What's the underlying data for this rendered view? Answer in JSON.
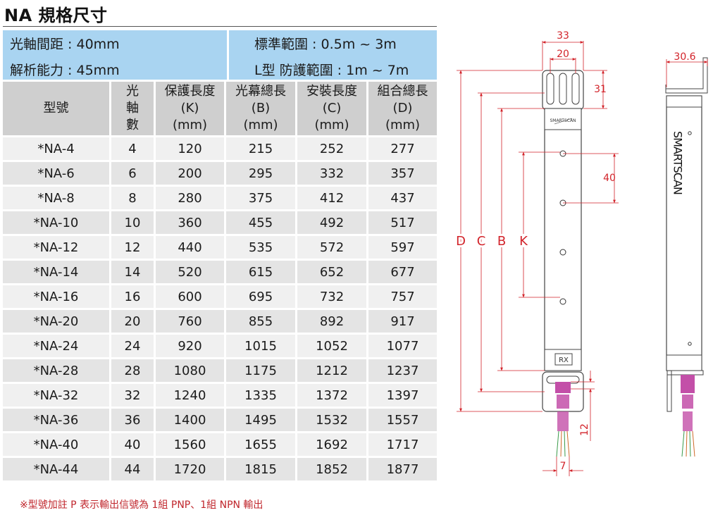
{
  "title": "NA 規格尺寸",
  "specs": {
    "beam_pitch": "光軸間距 : 40mm",
    "resolution": "解析能力 : 45mm",
    "standard_range": "標準範圍 : 0.5m ~ 3m",
    "l_range": "L型 防護範圍 : 1m ~ 7m"
  },
  "table": {
    "headers": [
      {
        "lines": [
          "型號"
        ]
      },
      {
        "lines": [
          "光",
          "軸",
          "數"
        ]
      },
      {
        "lines": [
          "保護長度",
          "(K)",
          "(mm)"
        ]
      },
      {
        "lines": [
          "光幕總長",
          "(B)",
          "(mm)"
        ]
      },
      {
        "lines": [
          "安裝長度",
          "(C)",
          "(mm)"
        ]
      },
      {
        "lines": [
          "組合總長",
          "(D)",
          "(mm)"
        ]
      }
    ],
    "rows": [
      [
        "*NA-4",
        "4",
        "120",
        "215",
        "252",
        "277"
      ],
      [
        "*NA-6",
        "6",
        "200",
        "295",
        "332",
        "357"
      ],
      [
        "*NA-8",
        "8",
        "280",
        "375",
        "412",
        "437"
      ],
      [
        "*NA-10",
        "10",
        "360",
        "455",
        "492",
        "517"
      ],
      [
        "*NA-12",
        "12",
        "440",
        "535",
        "572",
        "597"
      ],
      [
        "*NA-14",
        "14",
        "520",
        "615",
        "652",
        "677"
      ],
      [
        "*NA-16",
        "16",
        "600",
        "695",
        "732",
        "757"
      ],
      [
        "*NA-20",
        "20",
        "760",
        "855",
        "892",
        "917"
      ],
      [
        "*NA-24",
        "24",
        "920",
        "1015",
        "1052",
        "1077"
      ],
      [
        "*NA-28",
        "28",
        "1080",
        "1175",
        "1212",
        "1237"
      ],
      [
        "*NA-32",
        "32",
        "1240",
        "1335",
        "1372",
        "1397"
      ],
      [
        "*NA-36",
        "36",
        "1400",
        "1495",
        "1532",
        "1557"
      ],
      [
        "*NA-40",
        "40",
        "1560",
        "1655",
        "1692",
        "1717"
      ],
      [
        "*NA-44",
        "44",
        "1720",
        "1815",
        "1852",
        "1877"
      ]
    ]
  },
  "note": "※型號加註 P 表示輸出信號為 1組 PNP、1組 NPN 輸出",
  "drawing": {
    "dim_width": "33",
    "dim_slot": "20",
    "dim_bracket_h": "31",
    "dim_pitch": "40",
    "dim_side_width": "30.6",
    "dim_connector": "12",
    "dim_cable": "7",
    "label_d": "D",
    "label_c": "C",
    "label_b": "B",
    "label_k": "K",
    "front_logo": "SMARTSCAN",
    "rx_label": "RX",
    "side_brand": "SMARTSCAN"
  },
  "colors": {
    "spec_bg": "#a9d4f1",
    "header_bg": "#cfcfcf",
    "dimension_red": "#d2232a",
    "note_red": "#c0262c",
    "connector_purple": "#c34fa8"
  }
}
